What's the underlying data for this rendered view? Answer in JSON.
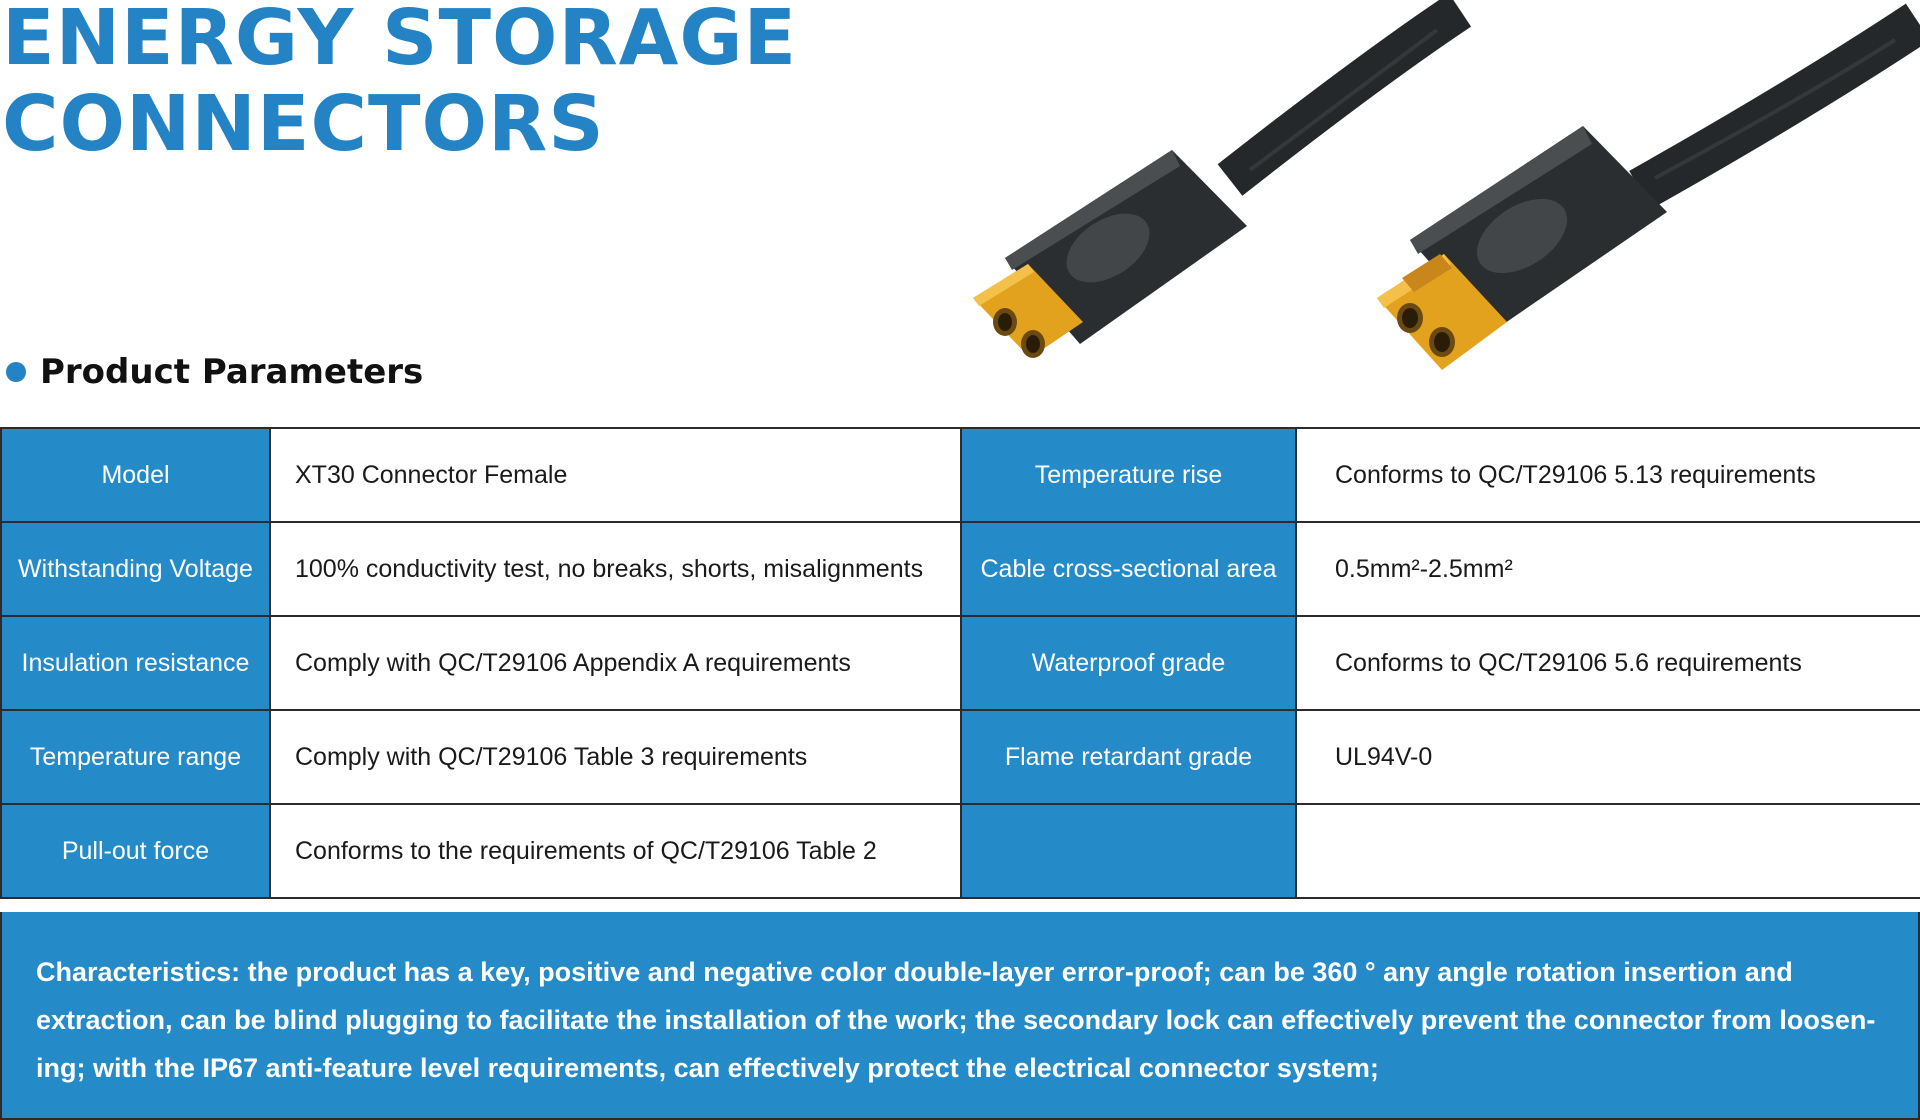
{
  "title": {
    "line1": "ENERGY STORAGE",
    "line2": "CONNECTORS"
  },
  "colors": {
    "accent": "#2383c4",
    "table_label_bg": "#258ac8",
    "connector_body": "#2a2d2f",
    "connector_tip": "#e3a21e"
  },
  "section": {
    "icon": "bullet-dot-icon",
    "label": "Product Parameters"
  },
  "parameters": {
    "rows": [
      {
        "label_left": "Model",
        "value_left": "XT30 Connector Female",
        "label_right": "Temperature rise",
        "value_right": "Conforms to QC/T29106 5.13 requirements"
      },
      {
        "label_left": "Withstanding Voltage",
        "value_left": "100% conductivity test, no breaks, shorts, misalignments",
        "label_right": "Cable cross-sectional area",
        "value_right": "0.5mm²-2.5mm²"
      },
      {
        "label_left": "Insulation resistance",
        "value_left": "Comply with QC/T29106 Appendix A requirements",
        "label_right": "Waterproof grade",
        "value_right": "Conforms to QC/T29106 5.6 requirements"
      },
      {
        "label_left": "Temperature range",
        "value_left": "Comply with QC/T29106 Table 3 requirements",
        "label_right": "Flame retardant grade",
        "value_right": "UL94V-0"
      },
      {
        "label_left": "Pull-out force",
        "value_left": "Conforms to the requirements of QC/T29106 Table 2",
        "label_right": "",
        "value_right": ""
      }
    ]
  },
  "characteristics": {
    "line1": "Characteristics: the product has a key, positive and negative color double-layer error-proof; can be 360 ° any angle rotation insertion and",
    "line2": "extraction, can be blind plugging to facilitate the installation of the work; the secondary lock can effectively prevent the connector from loosen-",
    "line3": "ing; with the IP67 anti-feature level requirements, can effectively protect the electrical connector system;"
  }
}
